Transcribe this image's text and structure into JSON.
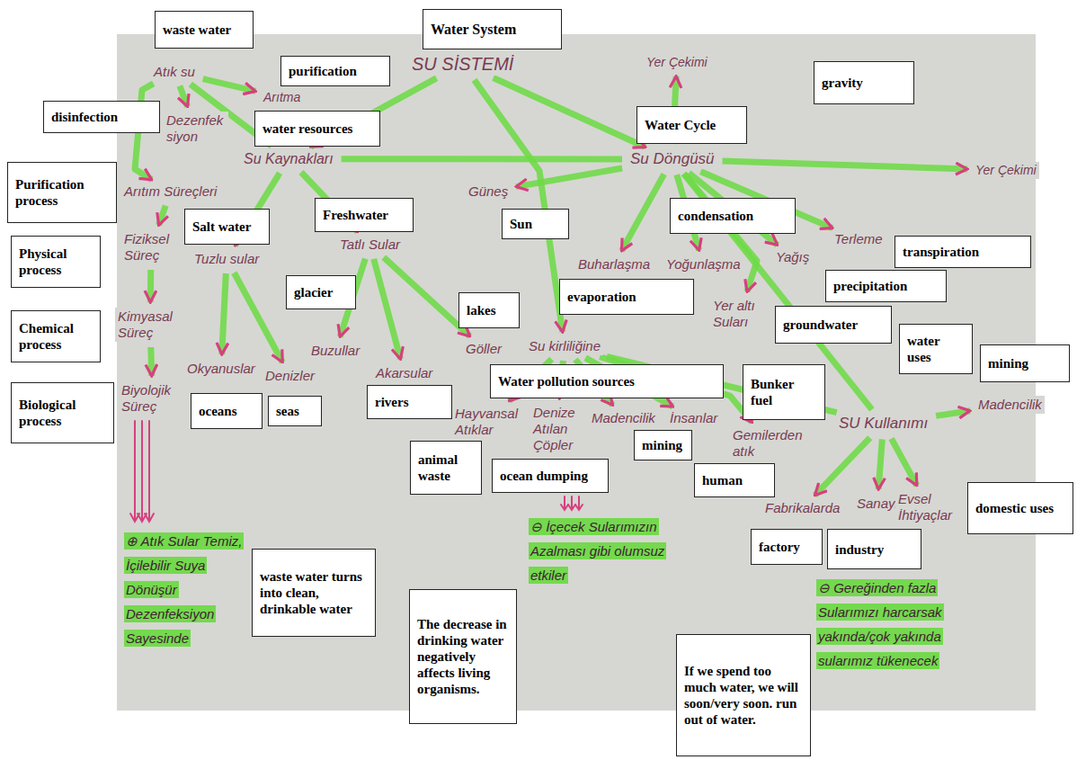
{
  "diagram": {
    "nodes": [
      {
        "text": [
          "SU SİSTEMİ"
        ]
      },
      {
        "text": [
          "Atık su"
        ]
      },
      {
        "text": [
          "Arıtma"
        ]
      },
      {
        "text": [
          "Dezenfek siyon"
        ]
      },
      {
        "text": [
          "Su Kaynakları"
        ]
      },
      {
        "text": [
          "Arıtım Süreçleri"
        ]
      },
      {
        "text": [
          "Fiziksel Süreç"
        ]
      },
      {
        "text": [
          "Kimyasal Süreç"
        ]
      },
      {
        "text": [
          "Biyolojik Süreç"
        ]
      },
      {
        "text": [
          "Tuzlu sular"
        ]
      },
      {
        "text": [
          "Tatlı Sular"
        ]
      },
      {
        "text": [
          "Okyanuslar"
        ]
      },
      {
        "text": [
          "Denizler"
        ]
      },
      {
        "text": [
          "Buzullar"
        ]
      },
      {
        "text": [
          "Akarsular"
        ]
      },
      {
        "text": [
          "Göller"
        ]
      },
      {
        "text": [
          "Su Döngüsü"
        ]
      },
      {
        "text": [
          "Yer Çekimi"
        ]
      },
      {
        "text": [
          "Yer Çekimi"
        ]
      },
      {
        "text": [
          "Güneş"
        ]
      },
      {
        "text": [
          "Buharlaşma"
        ]
      },
      {
        "text": [
          "Yoğunlaşma"
        ]
      },
      {
        "text": [
          "Yağış"
        ]
      },
      {
        "text": [
          "Terleme"
        ]
      },
      {
        "text": [
          "Yer altı Suları"
        ]
      },
      {
        "text": [
          "Su kirliliğine"
        ]
      },
      {
        "text": [
          "Hayvansal Atıklar"
        ]
      },
      {
        "text": [
          "Denize Atılan Çöpler"
        ]
      },
      {
        "text": [
          "Madencilik"
        ]
      },
      {
        "text": [
          "İnsanlar"
        ]
      },
      {
        "text": [
          "Gemilerden atık"
        ]
      },
      {
        "text": [
          "Madencilik"
        ]
      },
      {
        "text": [
          "SU Kullanımı"
        ]
      },
      {
        "text": [
          "Fabrikalarda"
        ]
      },
      {
        "text": [
          "Sanayi"
        ]
      },
      {
        "text": [
          "Evsel İhtiyaçlar"
        ]
      },
      {
        "text": [
          "⊕ Atık Sular Temiz, İçilebilir Suya Dönüşür Dezenfeksiyon Sayesinde"
        ]
      },
      {
        "text": [
          "⊖ İçecek Sularımızın Azalması gibi olumsuz etkiler"
        ]
      },
      {
        "text": [
          "⊖ Gereğinden fazla Sularımızı harcarsak yakında/çok yakında sularımız tükenecek"
        ]
      },
      {
        "text": [
          "waste water"
        ]
      },
      {
        "text": [
          "purification"
        ]
      },
      {
        "text": [
          "Water System"
        ]
      },
      {
        "text": [
          "disinfection"
        ]
      },
      {
        "text": [
          "water resources"
        ]
      },
      {
        "text": [
          "Water Cycle"
        ]
      },
      {
        "text": [
          "gravity"
        ]
      },
      {
        "text": [
          "Purification process"
        ]
      },
      {
        "text": [
          "Salt water"
        ]
      },
      {
        "text": [
          "Freshwater"
        ]
      },
      {
        "text": [
          "Sun"
        ]
      },
      {
        "text": [
          "condensation"
        ]
      },
      {
        "text": [
          "transpiration"
        ]
      },
      {
        "text": [
          "Physical process"
        ]
      },
      {
        "text": [
          "glacier"
        ]
      },
      {
        "text": [
          "lakes"
        ]
      },
      {
        "text": [
          "evaporation"
        ]
      },
      {
        "text": [
          "precipitation"
        ]
      },
      {
        "text": [
          "groundwater"
        ]
      },
      {
        "text": [
          "Chemical process"
        ]
      },
      {
        "text": [
          "water uses"
        ]
      },
      {
        "text": [
          "mining"
        ]
      },
      {
        "text": [
          "Water pollution sources"
        ]
      },
      {
        "text": [
          "Bunker fuel"
        ]
      },
      {
        "text": [
          "Biological process"
        ]
      },
      {
        "text": [
          "oceans"
        ]
      },
      {
        "text": [
          "seas"
        ]
      },
      {
        "text": [
          "rivers"
        ]
      },
      {
        "text": [
          "animal waste"
        ]
      },
      {
        "text": [
          "mining"
        ]
      },
      {
        "text": [
          "ocean dumping"
        ]
      },
      {
        "text": [
          "human"
        ]
      },
      {
        "text": [
          "domestic uses"
        ]
      },
      {
        "text": [
          "factory"
        ]
      },
      {
        "text": [
          "industry"
        ]
      },
      {
        "text": [
          "waste water turns into clean, drinkable water"
        ]
      },
      {
        "text": [
          "The decrease in drinking water negatively affects living organisms."
        ]
      },
      {
        "text": [
          "If we spend too much water, we will soon/very soon. run out of water."
        ]
      }
    ],
    "edges": [
      {
        "from": 0,
        "to": 4,
        "arrow": "to"
      },
      {
        "from": 0,
        "to": 16,
        "arrow": "to"
      },
      {
        "from": 0,
        "to": 25,
        "arrow": "to"
      },
      {
        "from": 1,
        "to": 2,
        "arrow": "to"
      },
      {
        "from": 1,
        "to": 3,
        "arrow": "to"
      },
      {
        "from": 1,
        "to": 5,
        "arrow": "to"
      },
      {
        "from": 4,
        "to": 1,
        "arrow": "none"
      },
      {
        "from": 4,
        "to": 16,
        "arrow": "none"
      },
      {
        "from": 5,
        "to": 6,
        "arrow": "to"
      },
      {
        "from": 6,
        "to": 7,
        "arrow": "to"
      },
      {
        "from": 7,
        "to": 8,
        "arrow": "to"
      },
      {
        "from": 4,
        "to": 9,
        "arrow": "to"
      },
      {
        "from": 4,
        "to": 10,
        "arrow": "to"
      },
      {
        "from": 9,
        "to": 11,
        "arrow": "to"
      },
      {
        "from": 9,
        "to": 12,
        "arrow": "to"
      },
      {
        "from": 10,
        "to": 13,
        "arrow": "to"
      },
      {
        "from": 10,
        "to": 14,
        "arrow": "to"
      },
      {
        "from": 10,
        "to": 15,
        "arrow": "to"
      },
      {
        "from": 16,
        "to": 19,
        "arrow": "to"
      },
      {
        "from": 16,
        "to": 20,
        "arrow": "to"
      },
      {
        "from": 16,
        "to": 21,
        "arrow": "to"
      },
      {
        "from": 16,
        "to": 22,
        "arrow": "to"
      },
      {
        "from": 16,
        "to": 23,
        "arrow": "to"
      },
      {
        "from": 16,
        "to": 24,
        "arrow": "to"
      },
      {
        "from": 16,
        "to": 17,
        "arrow": "to"
      },
      {
        "from": 16,
        "to": 18,
        "arrow": "to"
      },
      {
        "from": 16,
        "to": 32,
        "arrow": "none"
      },
      {
        "from": 25,
        "to": 26,
        "arrow": "to"
      },
      {
        "from": 25,
        "to": 27,
        "arrow": "to"
      },
      {
        "from": 25,
        "to": 28,
        "arrow": "to"
      },
      {
        "from": 25,
        "to": 29,
        "arrow": "to"
      },
      {
        "from": 25,
        "to": 30,
        "arrow": "to"
      },
      {
        "from": 25,
        "to": 32,
        "arrow": "none"
      },
      {
        "from": 32,
        "to": 31,
        "arrow": "to"
      },
      {
        "from": 32,
        "to": 33,
        "arrow": "to"
      },
      {
        "from": 32,
        "to": 34,
        "arrow": "to"
      },
      {
        "from": 32,
        "to": 35,
        "arrow": "to"
      }
    ]
  }
}
